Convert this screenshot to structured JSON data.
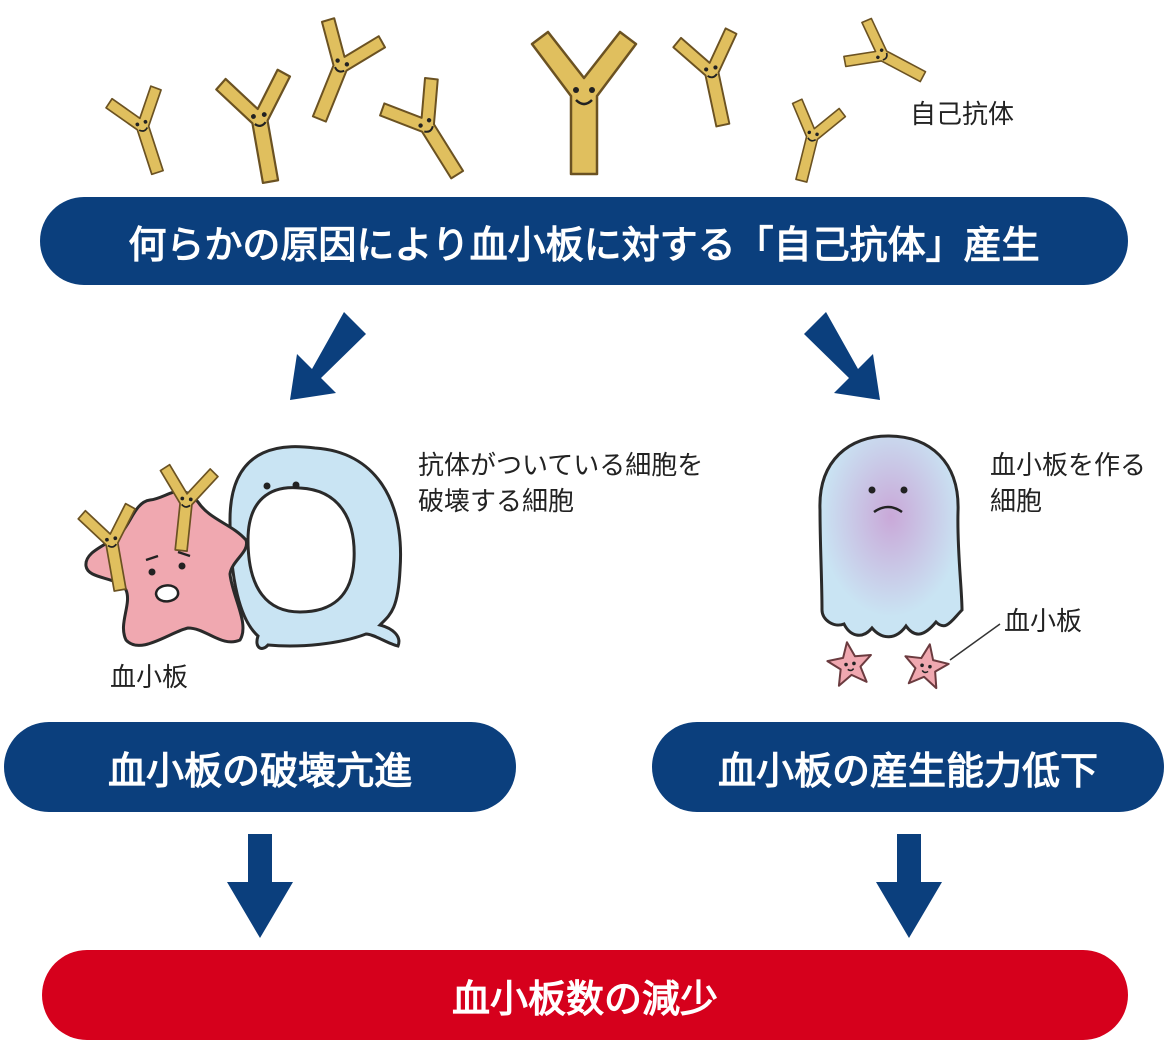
{
  "colors": {
    "navy": "#0b3f7d",
    "red": "#d6001c",
    "antibody": "#e0bf5e",
    "platelet": "#f0a8b0",
    "cell": "#c9e4f3"
  },
  "antibody_label": "自己抗体",
  "top_banner": "何らかの原因により血小板に対する「自己抗体」産生",
  "left": {
    "cell_label_line1": "抗体がついている細胞を",
    "cell_label_line2": "破壊する細胞",
    "platelet_label": "血小板",
    "result": "血小板の破壊亢進"
  },
  "right": {
    "cell_label_line1": "血小板を作る",
    "cell_label_line2": "細胞",
    "platelet_label": "血小板",
    "result": "血小板の産生能力低下"
  },
  "bottom_banner": "血小板数の減少"
}
